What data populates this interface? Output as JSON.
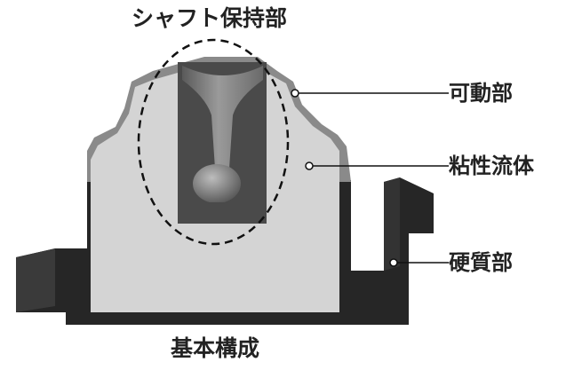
{
  "labels": {
    "top": "シャフト保持部",
    "movable": "可動部",
    "fluid": "粘性流体",
    "hard": "硬質部",
    "caption": "基本構成"
  },
  "colors": {
    "hard_part": "#262626",
    "movable_part": "#8a8a8a",
    "fluid": "#d4d4d4",
    "shaft": "#7a7a7a",
    "text": "#222222"
  }
}
